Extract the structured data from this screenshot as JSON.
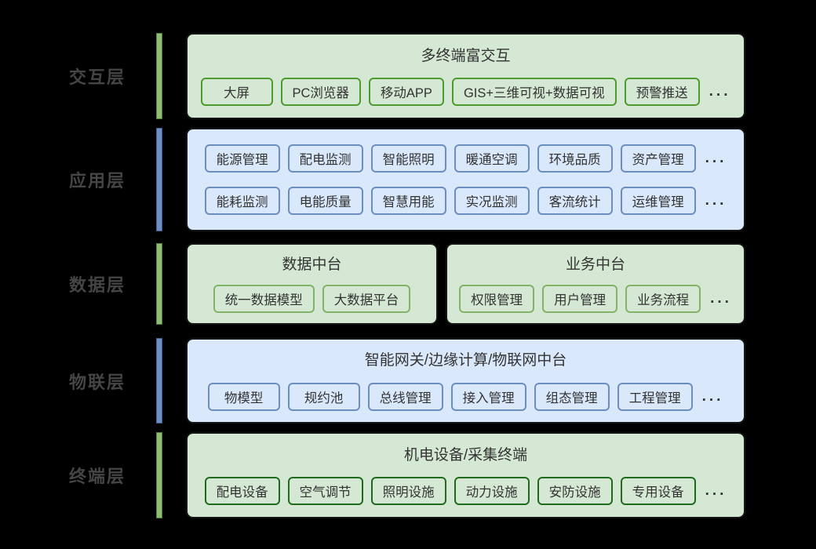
{
  "diagram": {
    "background": "#000000",
    "label_color": "#454545",
    "text_color": "#333333",
    "ellipsis": "...",
    "colors": {
      "green_bar": "#8CBE74",
      "blue_bar": "#6D8EC6",
      "green_panel": "#D5E8D4",
      "blue_panel": "#DAE8FC",
      "box_border_layer1": "#4D9B2F",
      "box_border_layer2": "#6C8EBF",
      "box_border_layer3": "#82B366",
      "box_border_layer4": "#6C8EBF",
      "box_border_layer5": "#1E6B1E"
    }
  },
  "layers": [
    {
      "label": "交互层",
      "panels": [
        {
          "title": "多终端富交互",
          "rows": [
            [
              "大屏",
              "PC浏览器",
              "移动APP",
              "GIS+三维可视+数据可视",
              "预警推送"
            ]
          ]
        }
      ]
    },
    {
      "label": "应用层",
      "panels": [
        {
          "rows": [
            [
              "能源管理",
              "配电监测",
              "智能照明",
              "暖通空调",
              "环境品质",
              "资产管理"
            ],
            [
              "能耗监测",
              "电能质量",
              "智慧用能",
              "实况监测",
              "客流统计",
              "运维管理"
            ]
          ]
        }
      ]
    },
    {
      "label": "数据层",
      "panels": [
        {
          "title": "数据中台",
          "rows": [
            [
              "统一数据模型",
              "大数据平台"
            ]
          ]
        },
        {
          "title": "业务中台",
          "rows": [
            [
              "权限管理",
              "用户管理",
              "业务流程"
            ]
          ]
        }
      ]
    },
    {
      "label": "物联层",
      "panels": [
        {
          "title": "智能网关/边缘计算/物联网中台",
          "rows": [
            [
              "物模型",
              "规约池",
              "总线管理",
              "接入管理",
              "组态管理",
              "工程管理"
            ]
          ]
        }
      ]
    },
    {
      "label": "终端层",
      "panels": [
        {
          "title": "机电设备/采集终端",
          "rows": [
            [
              "配电设备",
              "空气调节",
              "照明设施",
              "动力设施",
              "安防设施",
              "专用设备"
            ]
          ]
        }
      ]
    }
  ]
}
